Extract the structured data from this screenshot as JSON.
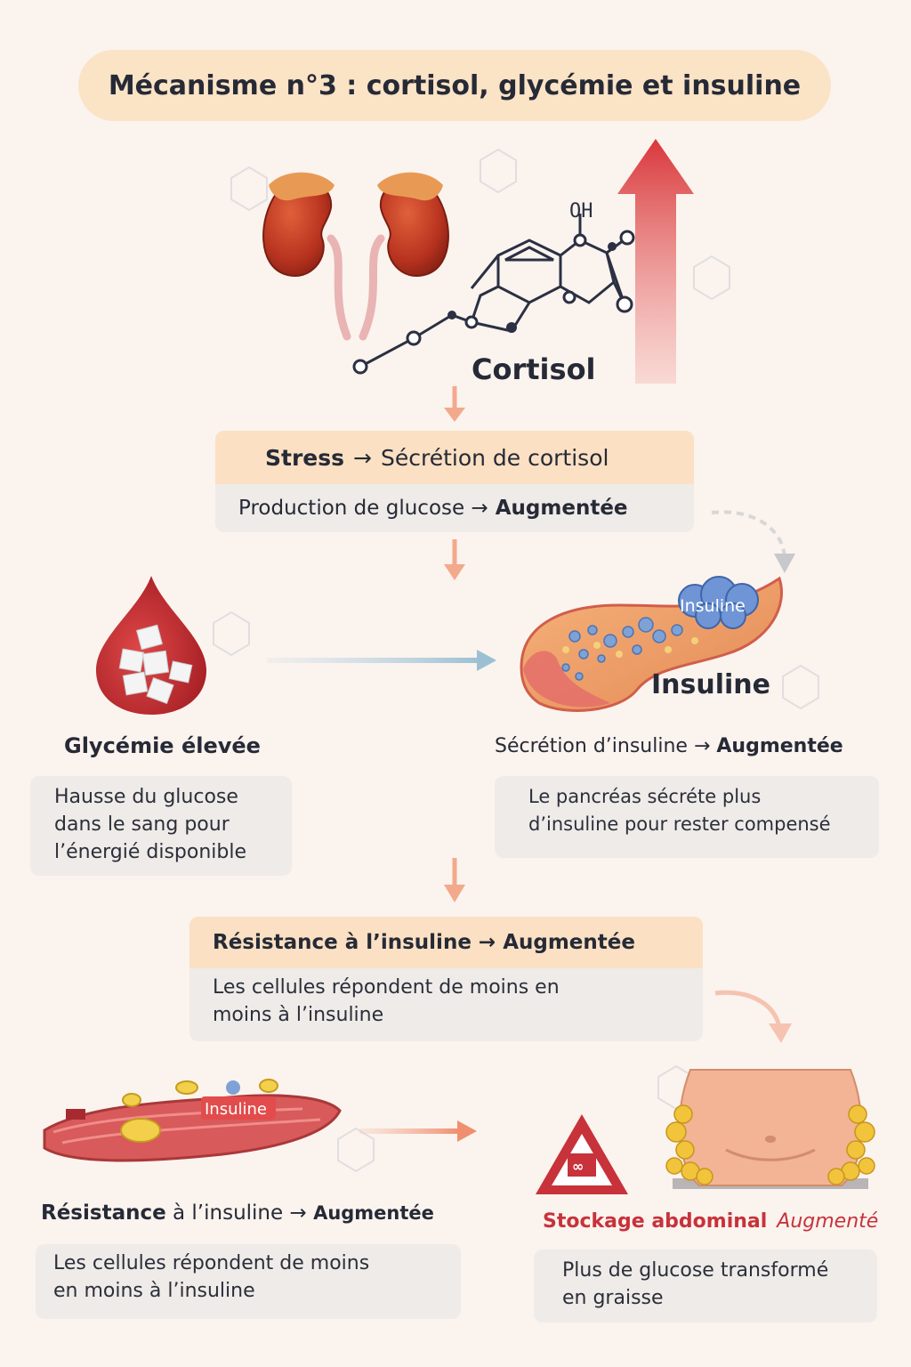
{
  "title": "Mécanisme n°3 : cortisol, glycémie et insuline",
  "cortisol": {
    "label": "Cortisol",
    "molecule_oh": "OH"
  },
  "step_stress": {
    "head_bold": "Stress",
    "head_arrow": "→",
    "head_rest": "Sécrétion de cortisol",
    "body_prefix": "Production de glucose →",
    "body_bold": "Augmentée"
  },
  "glycemie": {
    "title": "Glycémie élevée",
    "desc_lines": [
      "Hausse du glucose",
      "dans le sang pour",
      "l’énergié disponible"
    ]
  },
  "insuline": {
    "badge": "Insuline",
    "label": "Insuline",
    "secretion_prefix": "Sécrétion d’insuline →",
    "secretion_bold": "Augmentée",
    "desc_lines": [
      "Le pancréas sécréte plus",
      "d’insuline pour rester compensé"
    ]
  },
  "resistance_box": {
    "head": "Résistance à l’insuline → Augmentée",
    "desc_lines": [
      "Les cellules répondent de moins en",
      "moins à l’insuline"
    ]
  },
  "resistance_bottom": {
    "badge": "Insuline",
    "title_bold": "Résistance",
    "title_rest": "à l’insuline →",
    "title_bold2": "Augmentée",
    "desc_lines": [
      "Les cellules répondent de moins",
      "en moins à l’insuline"
    ]
  },
  "stockage": {
    "warning_symbol": "∞",
    "title": "Stockage abdominal",
    "title_italic": "Augmenté",
    "desc_lines": [
      "Plus de glucose transformé",
      "en graisse"
    ]
  },
  "colors": {
    "accent_red": "#c8323a",
    "arrow_orange": "#f2a98c",
    "header_peach": "#fbe0c3",
    "card_gray": "#efebe8",
    "text_dark": "#262a36"
  }
}
